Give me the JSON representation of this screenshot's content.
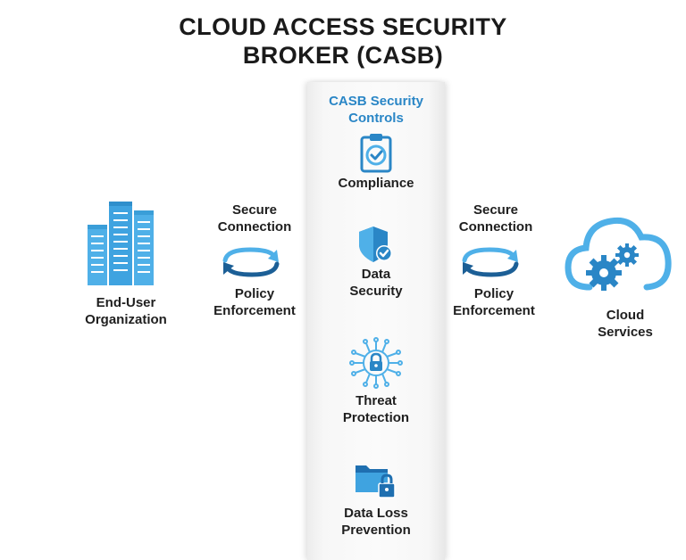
{
  "title": {
    "line1": "CLOUD ACCESS SECURITY",
    "line2": "BROKER (CASB)"
  },
  "left": {
    "entity_line1": "End-User",
    "entity_line2": "Organization",
    "conn_line1": "Secure",
    "conn_line2": "Connection",
    "policy_line1": "Policy",
    "policy_line2": "Enforcement"
  },
  "center": {
    "heading_line1": "CASB Security",
    "heading_line2": "Controls",
    "controls": [
      {
        "line1": "Compliance",
        "line2": "",
        "icon": "clipboard-check-icon"
      },
      {
        "line1": "Data",
        "line2": "Security",
        "icon": "shield-check-icon"
      },
      {
        "line1": "Threat",
        "line2": "Protection",
        "icon": "circuit-lock-icon"
      },
      {
        "line1": "Data Loss",
        "line2": "Prevention",
        "icon": "folder-lock-icon"
      }
    ]
  },
  "right": {
    "conn_line1": "Secure",
    "conn_line2": "Connection",
    "policy_line1": "Policy",
    "policy_line2": "Enforcement",
    "entity_line1": "Cloud",
    "entity_line2": "Services"
  },
  "colors": {
    "accent": "#2a86c6",
    "icon_light": "#4fb0e8",
    "icon_dark": "#1f6fb0",
    "arrow_dark": "#1c5f96",
    "text": "#1f1f1f"
  }
}
